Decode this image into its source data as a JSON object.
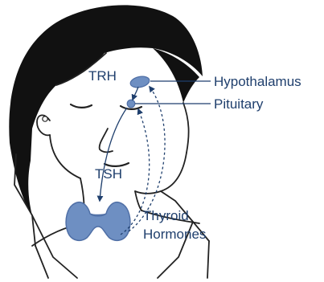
{
  "labels": {
    "trh": "TRH",
    "tsh": "TSH",
    "hypothalamus": "Hypothalamus",
    "pituitary": "Pituitary",
    "thyroid_line1": "Thyroid",
    "thyroid_line2": "Hormones"
  },
  "colors": {
    "hair": "#111111",
    "outline": "#222222",
    "gland": "#6e8fc2",
    "gland_dark": "#4f6fa6",
    "label": "#1f3f6d",
    "arrow": "#1f3f6d"
  }
}
